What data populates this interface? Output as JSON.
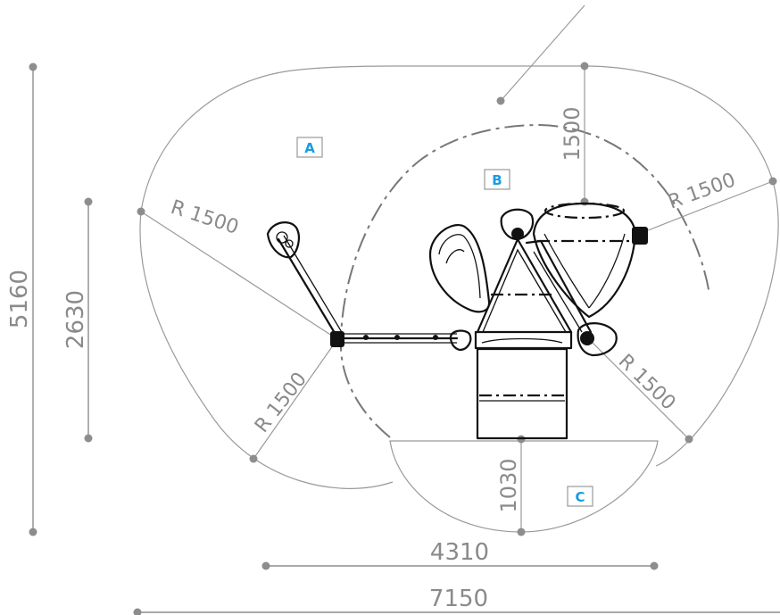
{
  "dimensions": {
    "overall_width": "7150",
    "overall_height": "5160",
    "inner_width": "4310",
    "inner_height": "2630",
    "zone_c_depth": "1030",
    "zone_b_clearance": "1500"
  },
  "radii": {
    "top_left": "R 1500",
    "top_right": "R 1500",
    "bottom_left": "R 1500",
    "bottom_right": "R 1500"
  },
  "zones": {
    "a": "A",
    "b": "B",
    "c": "C"
  },
  "colors": {
    "dimension_gray": "#8d8d8d",
    "zone_label_blue": "#1a9be0",
    "equipment_black": "#111111"
  }
}
